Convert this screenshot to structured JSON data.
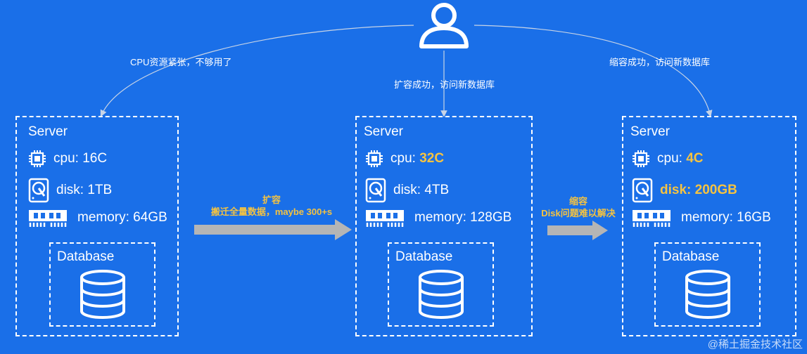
{
  "notes": {
    "left": "CPU资源紧张，不够用了",
    "middle": "扩容成功，访问新数据库",
    "right": "缩容成功，访问新数据库"
  },
  "servers": [
    {
      "title": "Server",
      "cpu_label": "cpu: ",
      "cpu_value": "16C",
      "disk_label": "disk: ",
      "disk_value": "1TB",
      "memory": "memory: 64GB",
      "db_title": "Database"
    },
    {
      "title": "Server",
      "cpu_label": "cpu: ",
      "cpu_value": "32C",
      "disk_label": "disk: ",
      "disk_value": "4TB",
      "memory": "memory: 128GB",
      "db_title": "Database"
    },
    {
      "title": "Server",
      "cpu_label": "cpu: ",
      "cpu_value": "4C",
      "disk_label": "disk: ",
      "disk_value": "200GB",
      "memory": "memory: 16GB",
      "db_title": "Database"
    }
  ],
  "transitions": [
    {
      "title": "扩容",
      "detail": "搬迁全量数据，maybe 300+s"
    },
    {
      "title": "缩容",
      "detail": "Disk问题难以解决"
    }
  ],
  "watermark": "@稀土掘金技术社区",
  "colors": {
    "background": "#1a6fe8",
    "highlight": "#f5c341",
    "arrow": "#b5b5b5"
  },
  "icons": [
    "user-icon",
    "cpu-chip-icon",
    "disk-drive-icon",
    "memory-stick-icon",
    "database-icon"
  ]
}
